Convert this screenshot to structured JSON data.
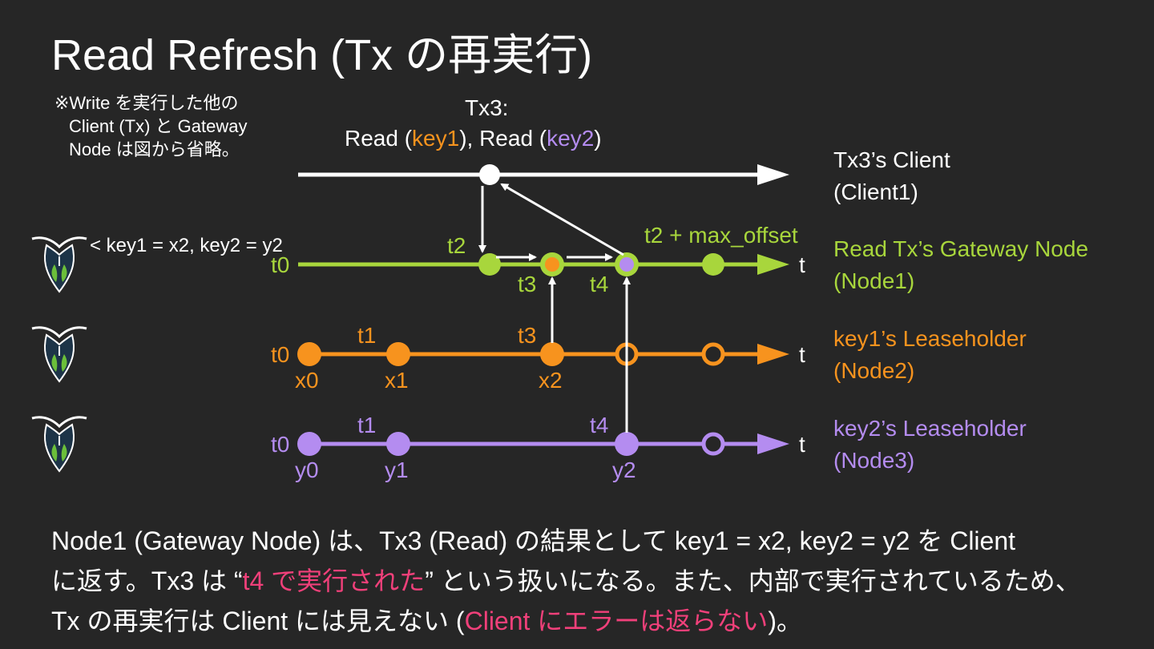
{
  "title": "Read Refresh (Tx の再実行)",
  "note": {
    "line1": "※Write を実行した他の",
    "line2": "Client (Tx) と Gateway",
    "line3": "Node は図から省略。"
  },
  "tx3": {
    "label": "Tx3:",
    "read_prefix": "Read (",
    "key1": "key1",
    "mid": "), Read (",
    "key2": "key2",
    "suffix": ")"
  },
  "lanes": {
    "client": {
      "name": "Tx3’s Client",
      "sub": "(Client1)"
    },
    "node1": {
      "name": "Read Tx’s Gateway Node",
      "sub": "(Node1)",
      "t0": "t0",
      "t": "t",
      "t2": "t2",
      "t3": "t3",
      "t4": "t4",
      "max_offset": "t2 + max_offset",
      "response": "< key1 = x2, key2 = y2"
    },
    "node2": {
      "name": "key1’s Leaseholder",
      "sub": "(Node2)",
      "t0": "t0",
      "t1": "t1",
      "t3": "t3",
      "t": "t",
      "x0": "x0",
      "x1": "x1",
      "x2": "x2"
    },
    "node3": {
      "name": "key2’s Leaseholder",
      "sub": "(Node3)",
      "t0": "t0",
      "t1": "t1",
      "t4": "t4",
      "t": "t",
      "y0": "y0",
      "y1": "y1",
      "y2": "y2"
    }
  },
  "bottom": {
    "l1": "Node1 (Gateway Node) は、Tx3 (Read) の結果として key1 = x2, key2 = y2 を Client",
    "l2a": "に返す。Tx3 は “",
    "l2b": "t4 で実行された",
    "l2c": "” という扱いになる。また、内部で実行されているため、",
    "l3a": "Tx の再実行は Client には見えない (",
    "l3b": "Client にエラーは返らない",
    "l3c": ")。"
  },
  "colors": {
    "background": "#262626",
    "client": "#ffffff",
    "node1": "#a8d63c",
    "node2": "#f7931e",
    "node3": "#b48cf0",
    "highlight": "#f0407a"
  }
}
